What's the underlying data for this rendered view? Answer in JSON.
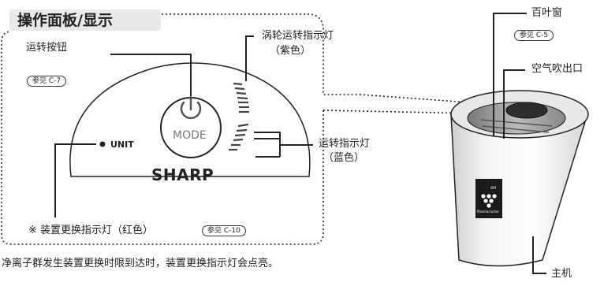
{
  "title": "操作面板/显示",
  "labels": {
    "mode_button": "运转按钮",
    "ref_c7": "参见 C-7",
    "turbo_light": "涡轮运转指示灯",
    "turbo_light_color": "（紫色）",
    "run_light": "运转指示灯",
    "run_light_color": "（蓝色）",
    "replace_light": "※ 装置更换指示灯（红色）",
    "ref_c10": "参见 C-10",
    "louver": "百叶窗",
    "ref_c5": "参见 C-5",
    "air_outlet": "空气吹出口",
    "main_unit": "主机"
  },
  "panel": {
    "mode_text": "MODE",
    "unit_text": "UNIT",
    "brand": "SHARP"
  },
  "device": {
    "badge_on": "on",
    "badge_brand": "Plasmacluster"
  },
  "footnote": "净离子群发生装置更换时限到达时，装置更换指示灯会点亮。",
  "colors": {
    "callout_box_bg": "#e9e9e9",
    "line": "#222222"
  }
}
